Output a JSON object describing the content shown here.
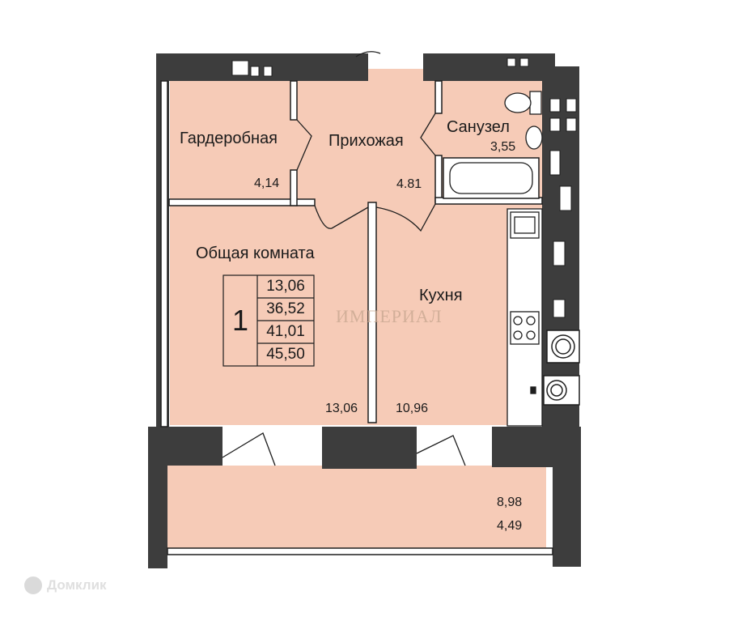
{
  "rooms": {
    "wardrobe": {
      "name": "Гардеробная",
      "area": "4,14"
    },
    "hallway": {
      "name": "Прихожая",
      "area": "4.81"
    },
    "bathroom": {
      "name": "Санузел",
      "area": "3,55"
    },
    "living": {
      "name": "Общая комната",
      "area": "13,06"
    },
    "kitchen": {
      "name": "Кухня",
      "area": "10,96"
    },
    "balcony": {
      "area_full": "8,98",
      "area_reduced": "4,49"
    }
  },
  "summary": {
    "rooms_count": "1",
    "values": [
      "13,06",
      "36,52",
      "41,01",
      "45,50"
    ]
  },
  "watermark": "ИМПЕРИАЛ",
  "brand": {
    "text": "Домклик"
  },
  "colors": {
    "wall": "#3d3d3d",
    "floor": "#f6cbb7",
    "balcony": "#f6cbb7",
    "line": "#1e1e1e"
  }
}
